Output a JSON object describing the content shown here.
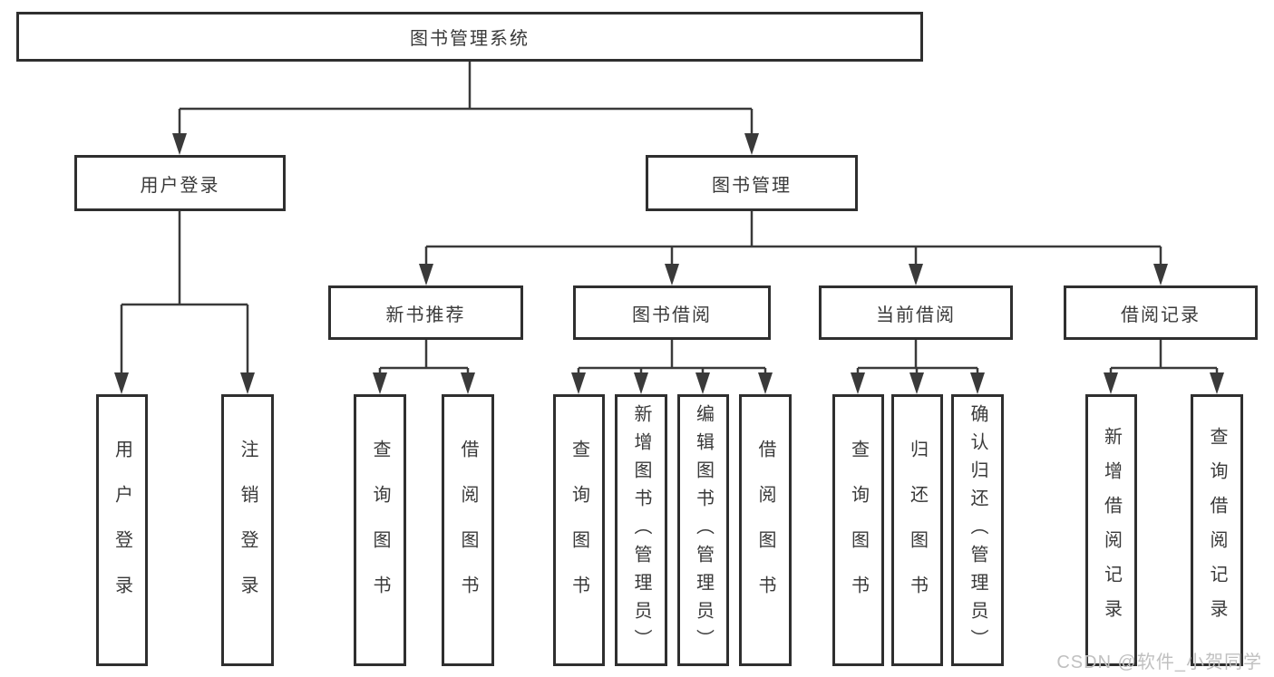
{
  "tree": {
    "root": "图书管理系统",
    "branches": [
      {
        "label": "用户登录",
        "children": [
          "用户登录",
          "注销登录"
        ]
      },
      {
        "label": "图书管理",
        "groups": [
          {
            "label": "新书推荐",
            "children": [
              "查询图书",
              "借阅图书"
            ]
          },
          {
            "label": "图书借阅",
            "children": [
              "查询图书",
              "新增图书（管理员）",
              "编辑图书（管理员）",
              "借阅图书"
            ]
          },
          {
            "label": "当前借阅",
            "children": [
              "查询图书",
              "归还图书",
              "确认归还（管理员）"
            ]
          },
          {
            "label": "借阅记录",
            "children": [
              "新增借阅记录",
              "查询借阅记录"
            ]
          }
        ]
      }
    ]
  },
  "watermark": "CSDN @软件_小贺同学",
  "colors": {
    "line": "#3a3a3a",
    "box_border": "#2f2f2f",
    "text": "#3a3a3a",
    "watermark": "#c0c0c0",
    "background": "#ffffff"
  }
}
